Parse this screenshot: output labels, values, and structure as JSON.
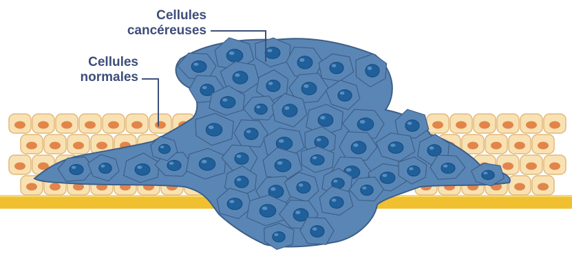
{
  "labels": {
    "cancer": {
      "line1": "Cellules",
      "line2": "cancéreuses"
    },
    "normal": {
      "line1": "Cellules",
      "line2": "normales"
    }
  },
  "colors": {
    "background": "#ffffff",
    "membrane": "#f0c030",
    "normal_cell_fill": "#f8e2b3",
    "normal_cell_stroke": "#e2b77a",
    "normal_nucleus": "#e2854a",
    "tumor_cell_fill": "#5a86b6",
    "tumor_cell_stroke": "#3d5e86",
    "tumor_nucleus": "#1f5f9a",
    "label_text": "#3d4d7a"
  }
}
